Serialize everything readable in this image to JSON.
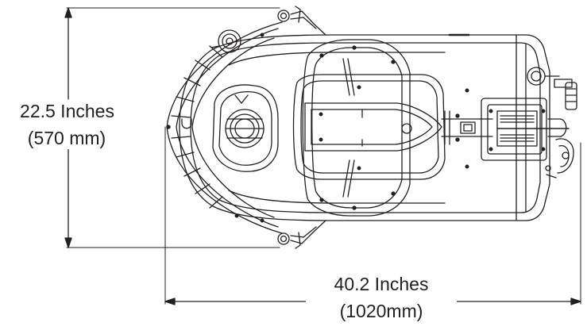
{
  "dimensions": {
    "height_inches": "22.5 Inches",
    "height_mm": "(570 mm)",
    "width_inches": "40.2 Inches",
    "width_mm": "(1020mm)"
  },
  "colors": {
    "line": "#231f20",
    "text": "#231f20",
    "background": "#ffffff"
  }
}
